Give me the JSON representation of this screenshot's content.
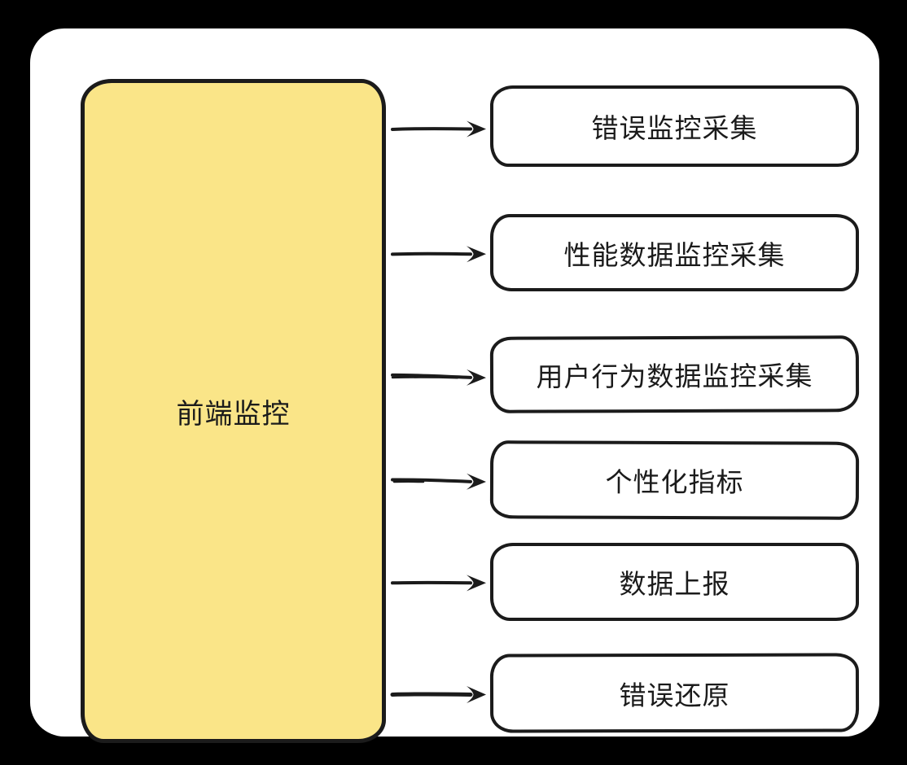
{
  "diagram": {
    "style": "hand-drawn-flowchart",
    "colors": {
      "page_background": "#000000",
      "canvas_background": "#ffffff",
      "stroke": "#1b1b1b",
      "root_fill": "#fae588",
      "node_fill": "#ffffff"
    },
    "root": {
      "label": "前端监控"
    },
    "children": [
      {
        "label": "错误监控采集"
      },
      {
        "label": "性能数据监控采集"
      },
      {
        "label": "用户行为数据监控采集"
      },
      {
        "label": "个性化指标"
      },
      {
        "label": "数据上报"
      },
      {
        "label": "错误还原"
      }
    ],
    "edges": [
      {
        "from": "前端监控",
        "to": "错误监控采集",
        "type": "arrow"
      },
      {
        "from": "前端监控",
        "to": "性能数据监控采集",
        "type": "arrow"
      },
      {
        "from": "前端监控",
        "to": "用户行为数据监控采集",
        "type": "arrow"
      },
      {
        "from": "前端监控",
        "to": "个性化指标",
        "type": "arrow"
      },
      {
        "from": "前端监控",
        "to": "数据上报",
        "type": "arrow"
      },
      {
        "from": "前端监控",
        "to": "错误还原",
        "type": "arrow"
      }
    ]
  }
}
